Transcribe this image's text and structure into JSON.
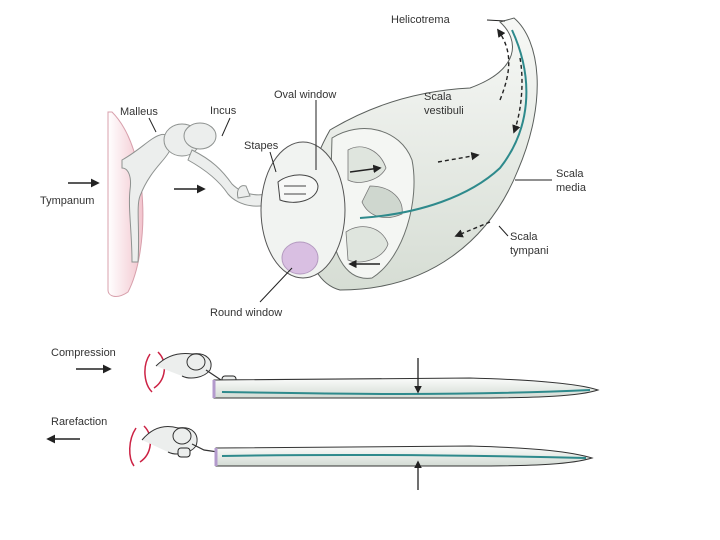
{
  "labels": {
    "helicotrema": "Helicotrema",
    "oval_window": "Oval window",
    "malleus": "Malleus",
    "incus": "Incus",
    "stapes": "Stapes",
    "scala_vestibuli_1": "Scala",
    "scala_vestibuli_2": "vestibuli",
    "scala_media_1": "Scala",
    "scala_media_2": "media",
    "scala_tympani_1": "Scala",
    "scala_tympani_2": "tympani",
    "tympanum": "Tympanum",
    "round_window": "Round window",
    "compression": "Compression",
    "rarefaction": "Rarefaction"
  },
  "colors": {
    "tympanum": "#f6d9de",
    "bone": "#eaecec",
    "cochlea": "#e8ece6",
    "membrane": "#2e8a8c",
    "round_window": "#d9bfe2",
    "line": "#333333",
    "red": "#cc2244"
  }
}
